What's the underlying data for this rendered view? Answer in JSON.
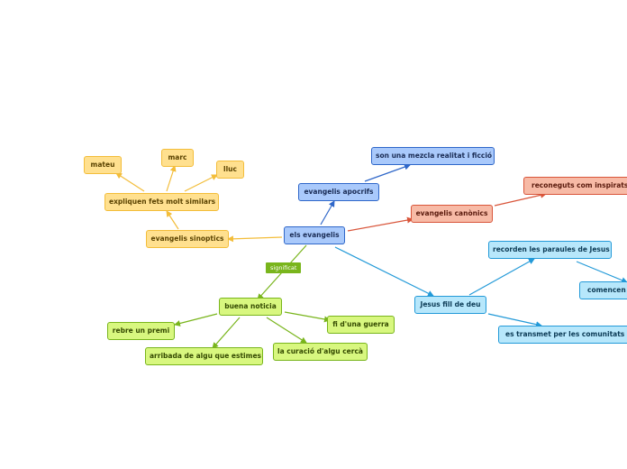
{
  "central": {
    "label": "els evangelis",
    "color": "#2f67c9"
  },
  "nodes": {
    "sinoptics": {
      "label": "evangelis sinoptics"
    },
    "explican": {
      "label": "expliquen fets molt similars"
    },
    "mateu": {
      "label": "mateu"
    },
    "marc": {
      "label": "marc"
    },
    "lluc": {
      "label": "lluc"
    },
    "apocrifs": {
      "label": "evangelis apocrifs"
    },
    "mezcla": {
      "label": "son una mezcla realitat i ficció"
    },
    "canonics": {
      "label": "evangelis canònics"
    },
    "reconeguts": {
      "label": "reconeguts com inspirats p"
    },
    "jesus": {
      "label": "Jesus fill de deu"
    },
    "recorden": {
      "label": "recorden les paraules de Jesus"
    },
    "comencen": {
      "label": "comencen a"
    },
    "transmet": {
      "label": "es transmet per les comunitats de"
    },
    "buena": {
      "label": "buena noticia"
    },
    "premi": {
      "label": "rebre un premi"
    },
    "arribada": {
      "label": "arribada de algu que estimes"
    },
    "guerra": {
      "label": "fi d'una guerra"
    },
    "curacio": {
      "label": "la curació d'algu cercà"
    }
  },
  "link_label": {
    "text": "significat"
  },
  "colors": {
    "yellow": "#f3bd3a",
    "blue": "#2f67c9",
    "red": "#d9553a",
    "cyan": "#239ad8",
    "green": "#79b51c"
  }
}
